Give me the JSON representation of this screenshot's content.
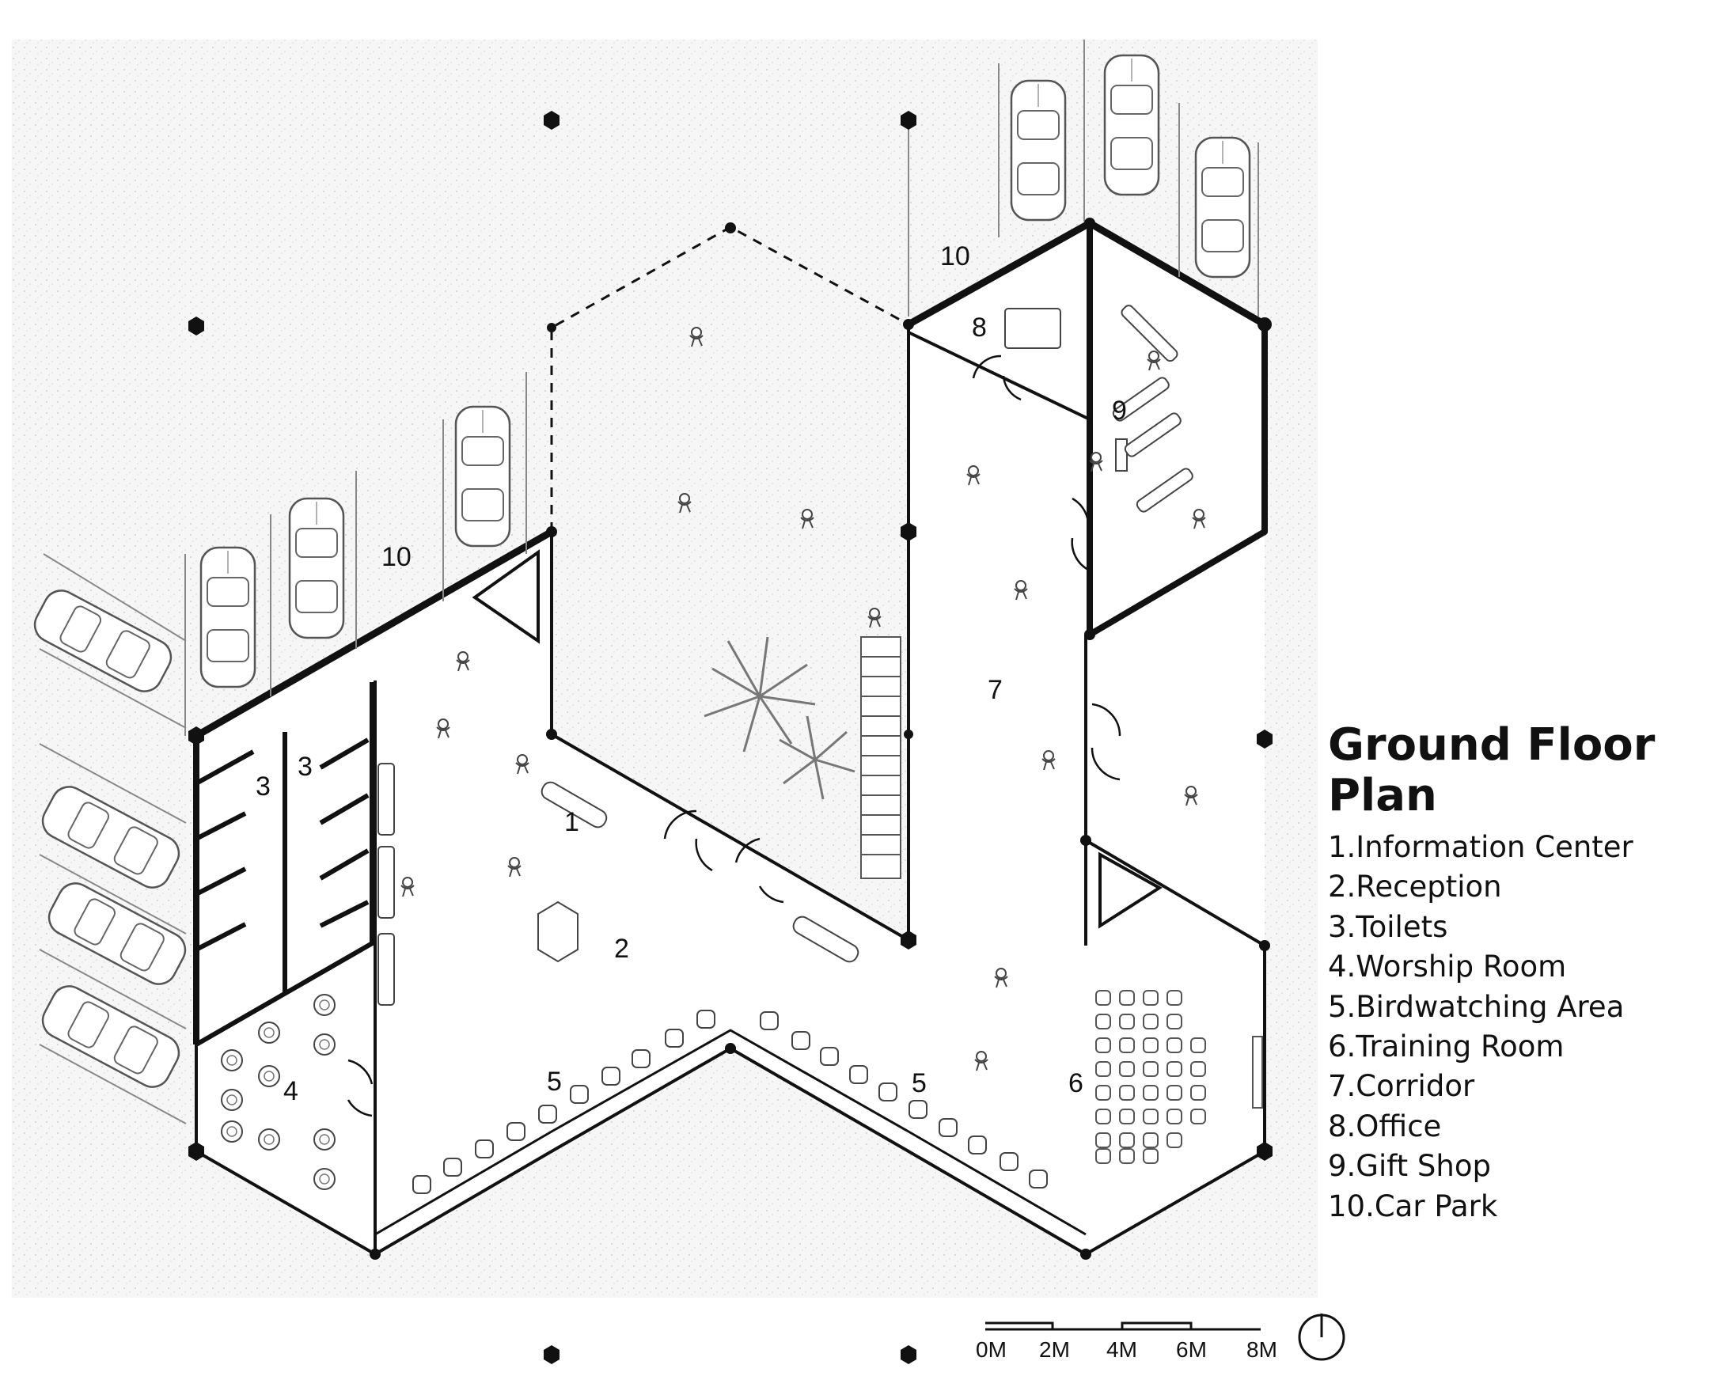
{
  "legend": {
    "title": "Ground Floor Plan",
    "items": [
      "1.Information Center",
      "2.Reception",
      "3.Toilets",
      "4.Worship Room",
      "5.Birdwatching Area",
      "6.Training Room",
      "7.Corridor",
      "8.Office",
      "9.Gift Shop",
      "10.Car Park"
    ]
  },
  "room_labels": {
    "info_center": "1",
    "reception": "2",
    "toilets_a": "3",
    "toilets_b": "3",
    "worship": "4",
    "birdwatch_a": "5",
    "birdwatch_b": "5",
    "training": "6",
    "corridor": "7",
    "office": "8",
    "gift_shop": "9",
    "car_park_a": "10",
    "car_park_b": "10"
  },
  "scale_bar": {
    "labels": [
      "0M",
      "2M",
      "4M",
      "6M",
      "8M"
    ]
  },
  "colors": {
    "ink": "#111111",
    "ground_stipple": "#c9c9c9",
    "background": "#ffffff"
  },
  "icons": [
    "north-arrow-icon",
    "palm-tree-icon",
    "car-icon",
    "person-icon",
    "column-icon"
  ]
}
